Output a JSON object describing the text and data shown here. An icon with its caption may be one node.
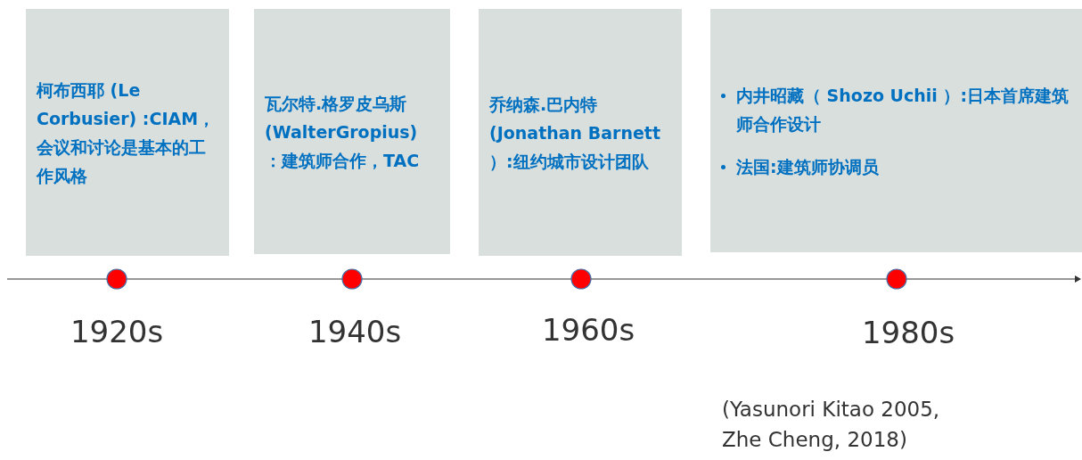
{
  "diagram": {
    "nodes": [
      {
        "text": [
          "柯布西耶 (Le Corbusier) :CIAM，会议和讨论是基本的工作风格"
        ]
      },
      {
        "text": [
          "瓦尔特.格罗皮乌斯 (WalterGropius) ：建筑师合作，TAC"
        ]
      },
      {
        "text": [
          "乔纳森.巴内特 (Jonathan Barnett ）:纽约城市设计团队"
        ]
      },
      {
        "text": [
          "内井昭藏（ Shozo Uchii ）:日本首席建筑师合作设计",
          "法国:建筑师协调员"
        ]
      }
    ],
    "labels": [
      "1920s",
      "1940s",
      "1960s",
      "1980s",
      "(Yasunori Kitao 2005, Zhe Cheng, 2018)"
    ]
  }
}
